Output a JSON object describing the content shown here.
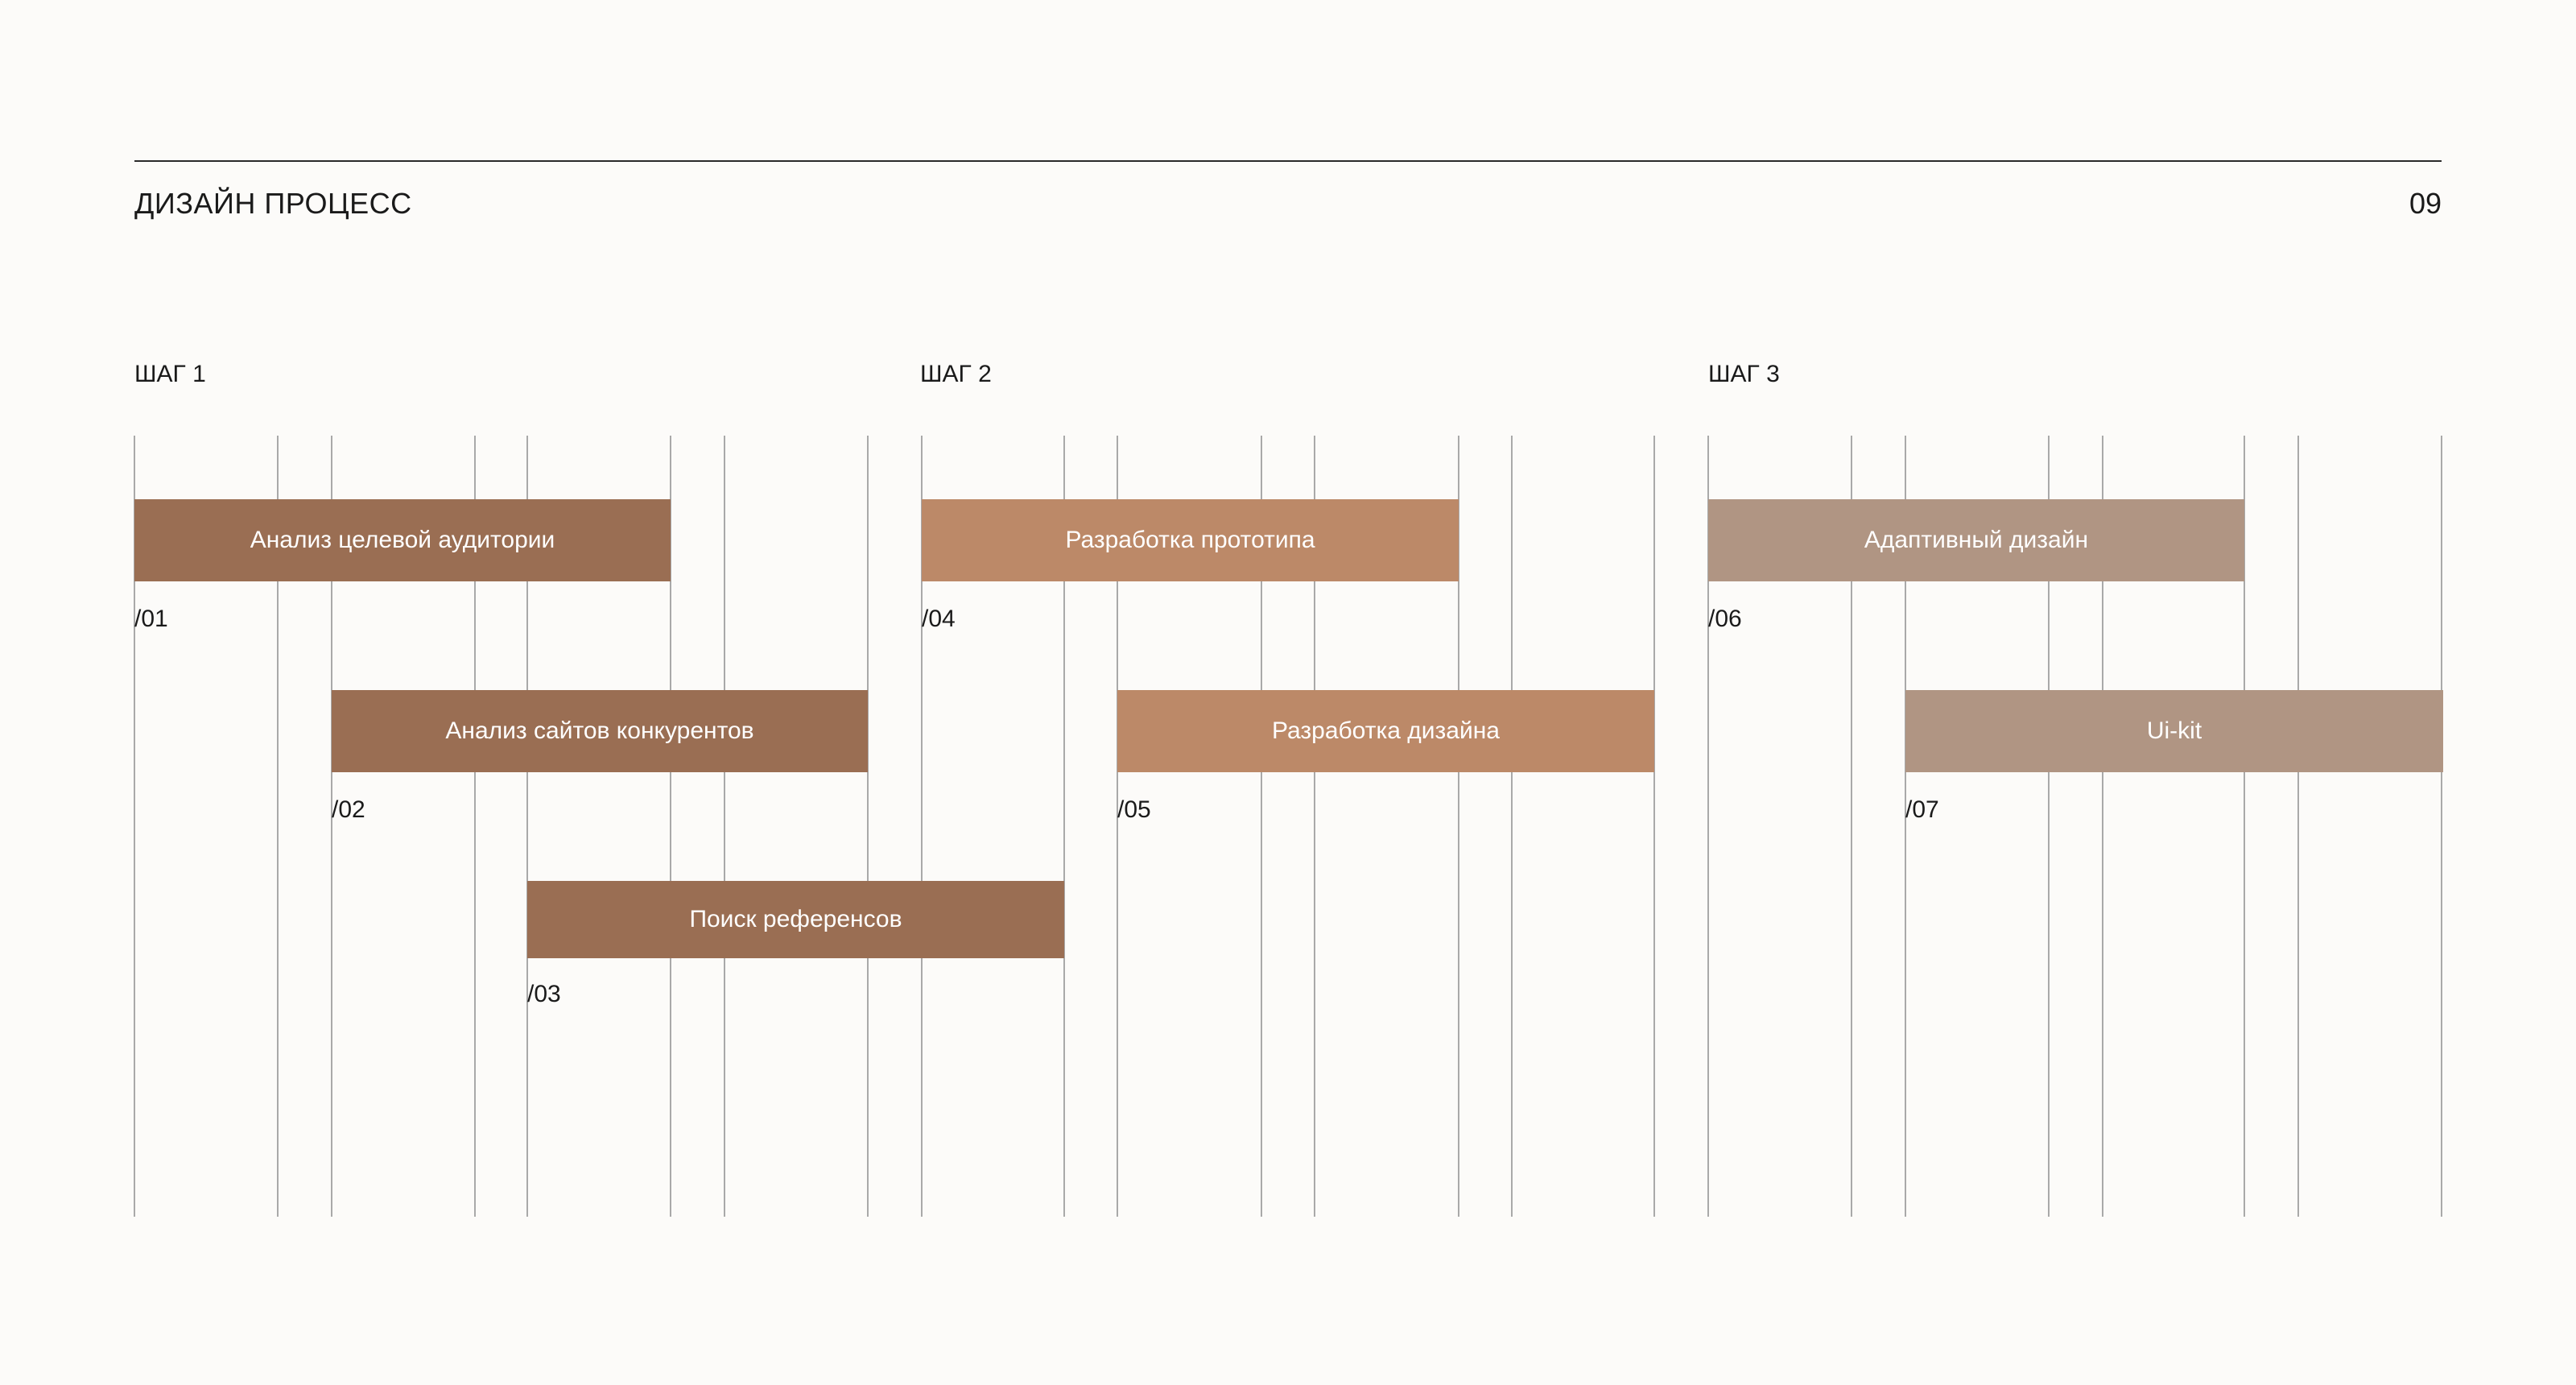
{
  "header": {
    "title": "ДИЗАЙН ПРОЦЕСС",
    "page_number": "09"
  },
  "steps": [
    {
      "label": "ШАГ 1"
    },
    {
      "label": "ШАГ 2"
    },
    {
      "label": "ШАГ 3"
    }
  ],
  "tasks": [
    {
      "label": "Анализ целевой аудитории",
      "number": "/01",
      "step": 1,
      "color": "#9a6e53"
    },
    {
      "label": "Анализ сайтов конкурентов",
      "number": "/02",
      "step": 1,
      "color": "#9a6e53"
    },
    {
      "label": "Поиск референсов",
      "number": "/03",
      "step": 1,
      "color": "#9a6e53"
    },
    {
      "label": "Разработка прототипа",
      "number": "/04",
      "step": 2,
      "color": "#bc8968"
    },
    {
      "label": "Разработка дизайна",
      "number": "/05",
      "step": 2,
      "color": "#bc8968"
    },
    {
      "label": "Адаптивный дизайн",
      "number": "/06",
      "step": 3,
      "color": "#b09583"
    },
    {
      "label": "Ui-kit",
      "number": "/07",
      "step": 3,
      "color": "#b09583"
    }
  ],
  "colors": {
    "background": "#fcfbf9",
    "grid": "#a9a9a9"
  }
}
